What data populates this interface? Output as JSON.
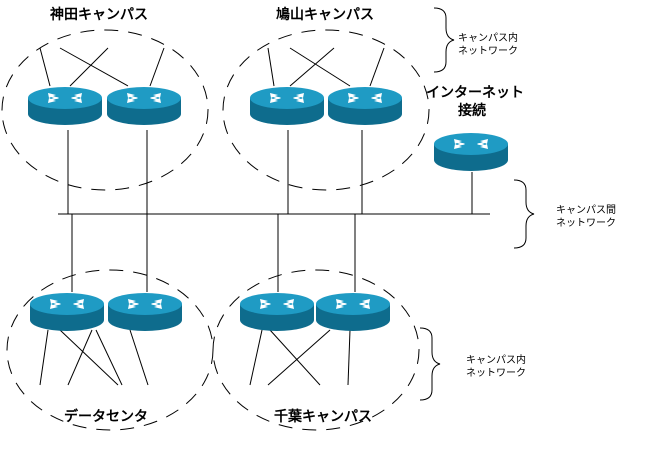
{
  "labels": {
    "kanda": "神田キャンパス",
    "hatoyama": "鳩山キャンパス",
    "internet_line1": "インターネット",
    "internet_line2": "接続",
    "datacenter": "データセンタ",
    "chiba": "千葉キャンパス"
  },
  "notes": {
    "intra_top_line1": "キャンパス内",
    "intra_top_line2": "ネットワーク",
    "inter_line1": "キャンパス間",
    "inter_line2": "ネットワーク",
    "intra_bottom_line1": "キャンパス内",
    "intra_bottom_line2": "ネットワーク"
  },
  "colors": {
    "router_top": "#1f9bc4",
    "router_side": "#0e6c8d",
    "router_arrow": "#ffffff",
    "line": "#000000"
  },
  "icons": {
    "router": "router-icon",
    "brace": "curly-brace"
  }
}
